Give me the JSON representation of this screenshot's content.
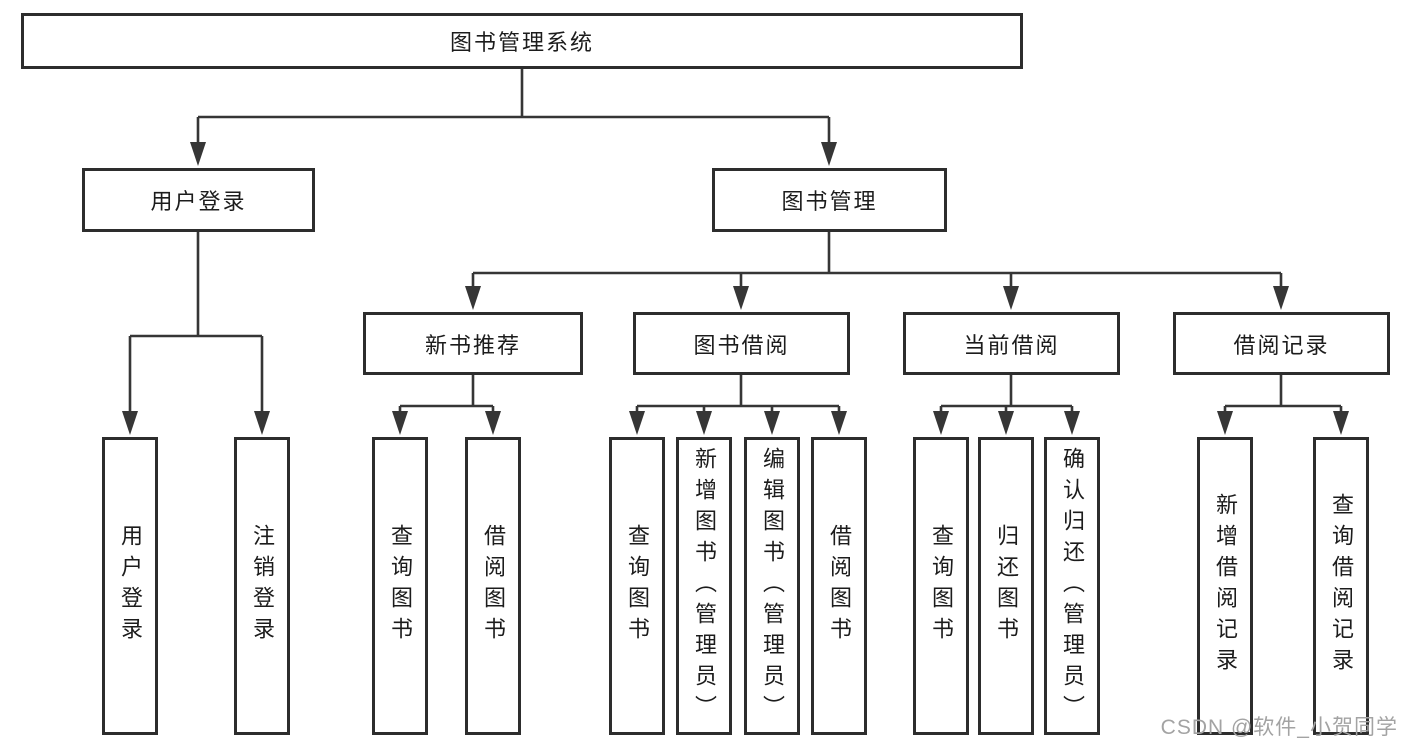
{
  "diagram_type": "hierarchy-tree",
  "hierarchy": {
    "label": "图书管理系统",
    "children": [
      {
        "label": "用户登录",
        "children": [
          {
            "label": "用户登录"
          },
          {
            "label": "注销登录"
          }
        ]
      },
      {
        "label": "图书管理",
        "children": [
          {
            "label": "新书推荐",
            "children": [
              {
                "label": "查询图书"
              },
              {
                "label": "借阅图书"
              }
            ]
          },
          {
            "label": "图书借阅",
            "children": [
              {
                "label": "查询图书"
              },
              {
                "label": "新增图书（管理员）"
              },
              {
                "label": "编辑图书（管理员）"
              },
              {
                "label": "借阅图书"
              }
            ]
          },
          {
            "label": "当前借阅",
            "children": [
              {
                "label": "查询图书"
              },
              {
                "label": "归还图书"
              },
              {
                "label": "确认归还（管理员）"
              }
            ]
          },
          {
            "label": "借阅记录",
            "children": [
              {
                "label": "新增借阅记录"
              },
              {
                "label": "查询借阅记录"
              }
            ]
          }
        ]
      }
    ]
  },
  "watermark": {
    "text": "CSDN @软件_小贺同学"
  },
  "colors": {
    "line": "#363636",
    "box_border": "#2d2d2d",
    "text": "#1c1c1c",
    "watermark": "#a3a3a3",
    "background": "#ffffff"
  }
}
